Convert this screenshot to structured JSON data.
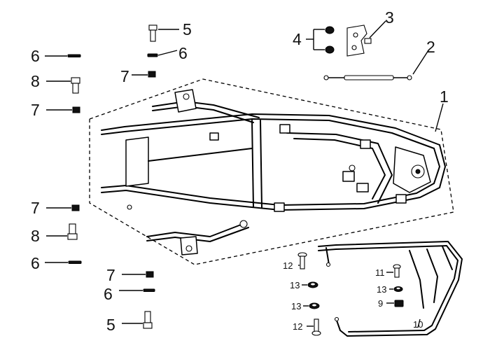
{
  "callouts": {
    "c1": "1",
    "c2": "2",
    "c3": "3",
    "c4": "4",
    "c5a": "5",
    "c5b": "5",
    "c6a": "6",
    "c6b": "6",
    "c6c": "6",
    "c6d": "6",
    "c7a": "7",
    "c7b": "7",
    "c7c": "7",
    "c7d": "7",
    "c8a": "8",
    "c8b": "8",
    "c9": "9",
    "c10": "10",
    "c11": "11",
    "c12a": "12",
    "c12b": "12",
    "c13a": "13",
    "c13b": "13",
    "c13c": "13"
  }
}
